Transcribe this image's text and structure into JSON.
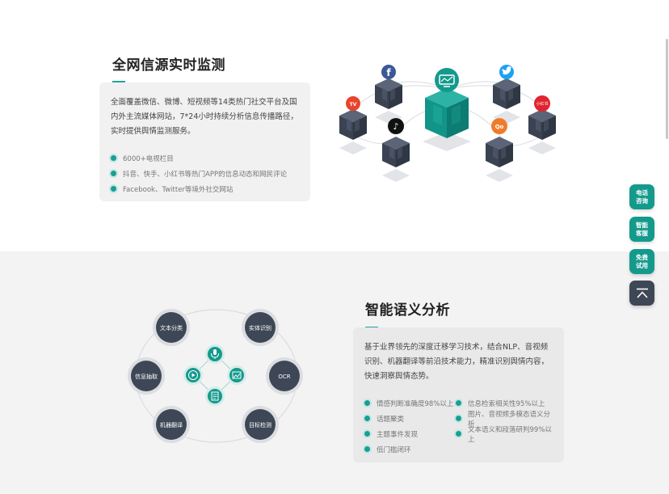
{
  "section1": {
    "title": "全网信源实时监测",
    "description": "全面覆盖微信、微博、短视频等14类热门社交平台及国内外主流媒体网站，7*24小时持续分析信息传播路径，实时提供舆情监测服务。",
    "bullets": [
      "6000+电视栏目",
      "抖音、快手、小红书等热门APP的信息动态和网民评论",
      "Facebook、Twitter等境外社交网站"
    ],
    "graphic": {
      "center_icon": "monitor-chart-icon",
      "platform_icons": [
        {
          "name": "tv-icon",
          "label": "TV",
          "color": "#e8452c"
        },
        {
          "name": "facebook-icon",
          "label": "f",
          "color": "#3b5998"
        },
        {
          "name": "tiktok-icon",
          "label": "♪",
          "color": "#111111"
        },
        {
          "name": "twitter-icon",
          "label": "🐦",
          "color": "#1da1f2"
        },
        {
          "name": "xiaohongshu-icon",
          "label": "小红书",
          "color": "#e0242e"
        },
        {
          "name": "qq-icon",
          "label": "Qo",
          "color": "#f07b2a"
        }
      ]
    }
  },
  "section2": {
    "title": "智能语义分析",
    "description": "基于业界领先的深度迁移学习技术，结合NLP、音视频识别、机器翻译等前沿技术能力，精准识别舆情内容，快速洞察舆情态势。",
    "bullets_left": [
      "情感判断准确度98%以上",
      "话题聚类",
      "主题事件发现",
      "低门槛闭环"
    ],
    "bullets_right": [
      "信息检索相关性95%以上",
      "图片、音视频多模态语义分析",
      "文本语义和段落研判99%以上"
    ],
    "diagram_nodes": [
      "文本分类",
      "实体识别",
      "信息抽取",
      "OCR",
      "机器翻译",
      "目标检测"
    ],
    "center_icons": [
      "microphone-icon",
      "play-icon",
      "image-icon",
      "document-icon"
    ]
  },
  "floating": {
    "phone": "电话咨询",
    "service": "智能客服",
    "trial": "免费试用"
  },
  "colors": {
    "accent": "#149a8c",
    "cube_dark": "#3e4756",
    "back_to_top": "#3e4756"
  }
}
